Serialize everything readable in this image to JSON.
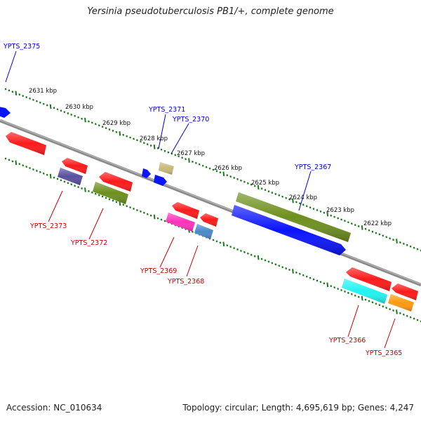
{
  "title": "Yersinia pseudotuberculosis PB1/+, complete genome",
  "footer": {
    "accession": "Accession: NC_010634",
    "summary": "Topology: circular; Length: 4,695,619 bp; Genes: 4,247"
  },
  "colors": {
    "forward_label": "#0000cc",
    "reverse_label": "#cc0000",
    "backbone": "#888888",
    "tick_dots": "#1a7a1a"
  },
  "ticks": [
    "2631 kbp",
    "2630 kbp",
    "2629 kbp",
    "2628 kbp",
    "2627 kbp",
    "2626 kbp",
    "2625 kbp",
    "2624 kbp",
    "2623 kbp",
    "2622 kbp"
  ],
  "labels": {
    "ypts_2375": "YPTS_2375",
    "ypts_2371": "YPTS_2371",
    "ypts_2370": "YPTS_2370",
    "ypts_2367": "YPTS_2367",
    "ypts_2373": "YPTS_2373",
    "ypts_2372": "YPTS_2372",
    "ypts_2369": "YPTS_2369",
    "ypts_2368": "YPTS_2368",
    "ypts_2366": "YPTS_2366",
    "ypts_2365": "YPTS_2365"
  },
  "feature_colors": {
    "cds_forward": "#0a14ff",
    "cds_reverse": "#ff1a1a",
    "olive": "#6e8f1e",
    "tan": "#c8b878",
    "slate": "#5a4fa0",
    "magenta": "#ff33bb",
    "steel": "#4a88c8",
    "cyan": "#22f2f2",
    "orange": "#ff9a10"
  }
}
